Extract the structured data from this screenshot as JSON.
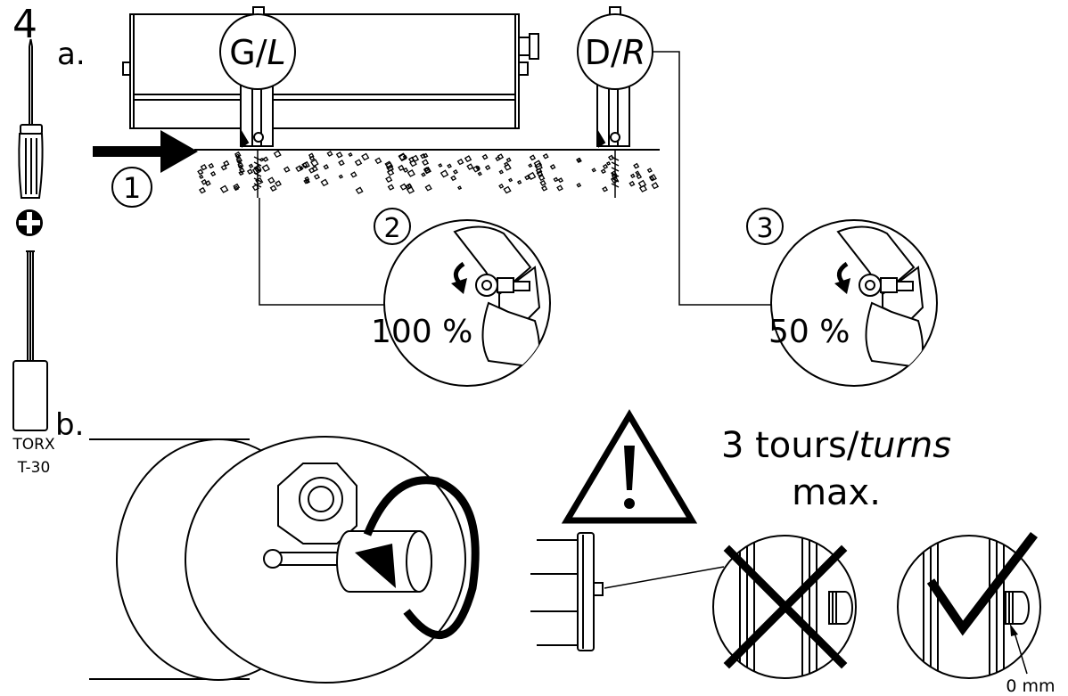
{
  "step": {
    "number": "4",
    "part_a": "a.",
    "part_b": "b."
  },
  "left_label": {
    "g": "G/",
    "l": "L"
  },
  "right_label": {
    "d": "D/",
    "r": "R"
  },
  "steps": {
    "one": "1",
    "two": "2",
    "three": "3"
  },
  "tightening": {
    "full": "100 %",
    "half": "50 %"
  },
  "tool": {
    "line1": "TORX",
    "line2": "T-30"
  },
  "warning": {
    "prefix": "3 tours/",
    "italic": "turns",
    "line2": "max."
  },
  "gap_label": "0 mm",
  "icons": [
    "screwdriver-icon",
    "phillips-icon",
    "torx-bit-icon",
    "warning-icon",
    "wrong-cross-icon",
    "correct-check-icon",
    "rotate-arrow-icon"
  ],
  "colors": {
    "ink": "#000000",
    "paper": "#ffffff"
  }
}
